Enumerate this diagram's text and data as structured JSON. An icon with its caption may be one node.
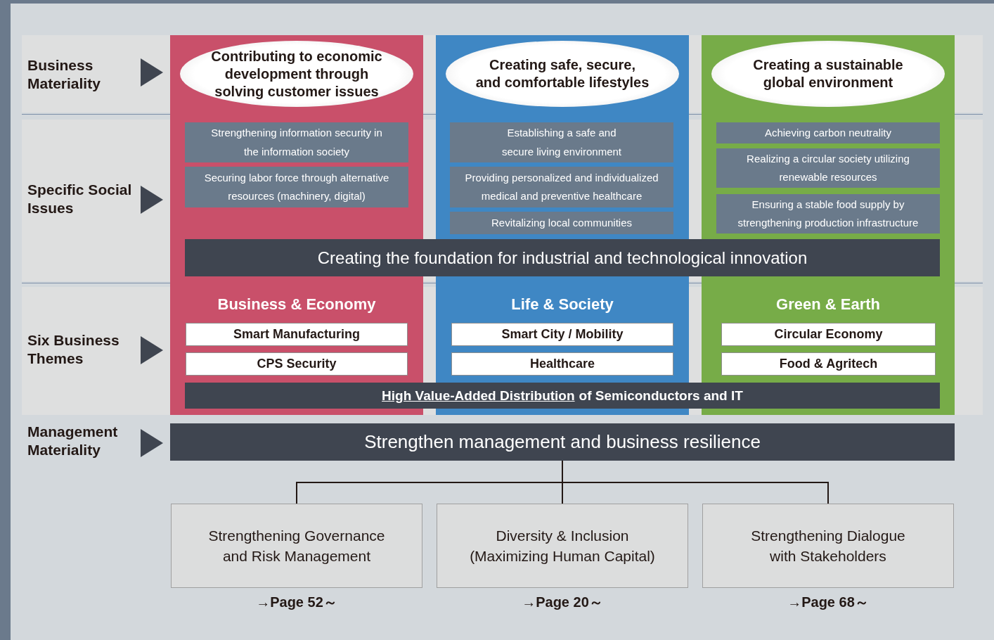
{
  "diagram": {
    "nodes": [
      {
        "text": [
          "Business & Economy"
        ]
      },
      {
        "text": [
          "Contributing to economic development through solving customer issues"
        ],
        "in": 0
      },
      {
        "text": [
          "Strengthening information security in the information society"
        ],
        "in": 0
      },
      {
        "text": [
          "Securing labor force through alternative resources (machinery, digital)"
        ],
        "in": 0
      },
      {
        "text": [
          "Smart Manufacturing"
        ],
        "in": 0
      },
      {
        "text": [
          "CPS Security"
        ],
        "in": 0
      },
      {
        "text": [
          "Life & Society"
        ]
      },
      {
        "text": [
          "Creating safe, secure, and comfortable lifestyles"
        ],
        "in": 6
      },
      {
        "text": [
          "Establishing a safe and secure living environment"
        ],
        "in": 6
      },
      {
        "text": [
          "Providing personalized and individualized medical and preventive healthcare"
        ],
        "in": 6
      },
      {
        "text": [
          "Revitalizing local communities"
        ],
        "in": 6
      },
      {
        "text": [
          "Smart City / Mobility"
        ],
        "in": 6
      },
      {
        "text": [
          "Healthcare"
        ],
        "in": 6
      },
      {
        "text": [
          "Green & Earth"
        ]
      },
      {
        "text": [
          "Creating a sustainable global environment"
        ],
        "in": 13
      },
      {
        "text": [
          "Achieving carbon neutrality"
        ],
        "in": 13
      },
      {
        "text": [
          "Realizing a circular society utilizing renewable resources"
        ],
        "in": 13
      },
      {
        "text": [
          "Ensuring a stable food supply by strengthening production infrastructure"
        ],
        "in": 13
      },
      {
        "text": [
          "Circular Economy"
        ],
        "in": 13
      },
      {
        "text": [
          "Food & Agritech"
        ],
        "in": 13
      },
      {
        "text": [
          "Creating the foundation for industrial and technological innovation"
        ]
      },
      {
        "text": [
          "High Value-Added Distribution",
          "of Semiconductors and IT"
        ]
      },
      {
        "text": [
          "Strengthen management and business resilience"
        ]
      },
      {
        "text": [
          "Strengthening Governance and Risk Management"
        ],
        "beside": [
          "→Page 52～"
        ]
      },
      {
        "text": [
          "Diversity & Inclusion (Maximizing Human Capital)"
        ],
        "beside": [
          "→Page 20～"
        ]
      },
      {
        "text": [
          "Strengthening Dialogue with Stakeholders"
        ],
        "beside": [
          "→Page 68～"
        ]
      }
    ],
    "edges": [
      {
        "from": 22,
        "to": 23,
        "arrow": "none"
      },
      {
        "from": 22,
        "to": 24,
        "arrow": "none"
      },
      {
        "from": 22,
        "to": 25,
        "arrow": "none"
      }
    ],
    "labels": [
      "Business Materiality",
      "Specific Social Issues",
      "Six Business Themes",
      "Management Materiality"
    ]
  }
}
